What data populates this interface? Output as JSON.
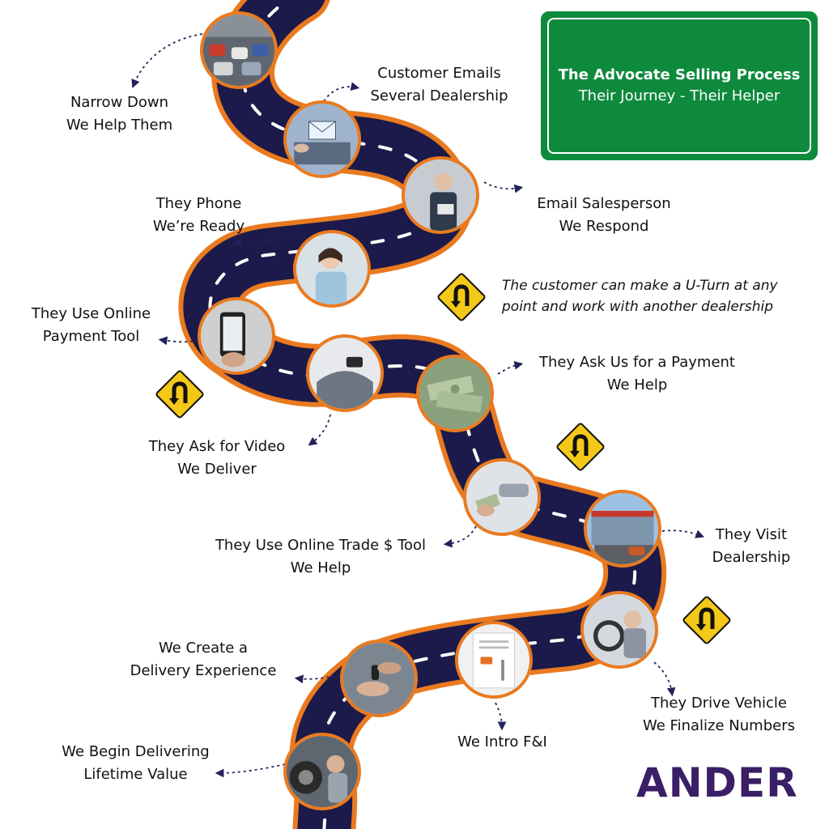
{
  "banner": {
    "title": "The Advocate Selling Process",
    "subtitle": "Their Journey - Their Helper"
  },
  "uturn_note": {
    "line1": "The customer can make a U-Turn at any",
    "line2": "point and work with another dealership"
  },
  "steps": [
    {
      "line1": "Narrow Down",
      "line2": "We Help Them",
      "image": "traffic-jam-photo"
    },
    {
      "line1": "Customer Emails",
      "line2": "Several Dealership",
      "image": "laptop-email-photo"
    },
    {
      "line1": "Email Salesperson",
      "line2": "We Respond",
      "image": "salesperson-tablet-photo"
    },
    {
      "line1": "They Phone",
      "line2": "We’re Ready",
      "image": "woman-phone-photo"
    },
    {
      "line1": "They Use Online",
      "line2": "Payment Tool",
      "image": "phone-app-photo"
    },
    {
      "line1": "They Ask for Video",
      "line2": "We Deliver",
      "image": "car-interior-photo"
    },
    {
      "line1": "They Ask Us for a Payment",
      "line2": "We Help",
      "image": "cash-stack-photo"
    },
    {
      "line1": "They Use Online Trade $ Tool",
      "line2": "We Help",
      "image": "cash-handoff-photo"
    },
    {
      "line1": "They Visit",
      "line2": "Dealership",
      "image": "dealership-building-photo"
    },
    {
      "line1": "They Drive Vehicle",
      "line2": "We Finalize Numbers",
      "image": "test-drive-photo"
    },
    {
      "line1": "We Intro F&I",
      "line2": "",
      "image": "finance-paperwork-photo"
    },
    {
      "line1": "We Create a",
      "line2": "Delivery Experience",
      "image": "key-handoff-photo"
    },
    {
      "line1": "We Begin Delivering",
      "line2": "Lifetime Value",
      "image": "mechanic-service-photo"
    }
  ],
  "signs": [
    "u-turn-sign",
    "u-turn-sign",
    "u-turn-sign",
    "u-turn-sign"
  ],
  "logo": "ANDER",
  "colors": {
    "road": "#1b1a4a",
    "road_edge": "#ea7a1f",
    "banner_green": "#0e8a3d",
    "sign_yellow": "#f4c816",
    "logo_purple": "#3a1f66",
    "connector": "#23235a"
  }
}
